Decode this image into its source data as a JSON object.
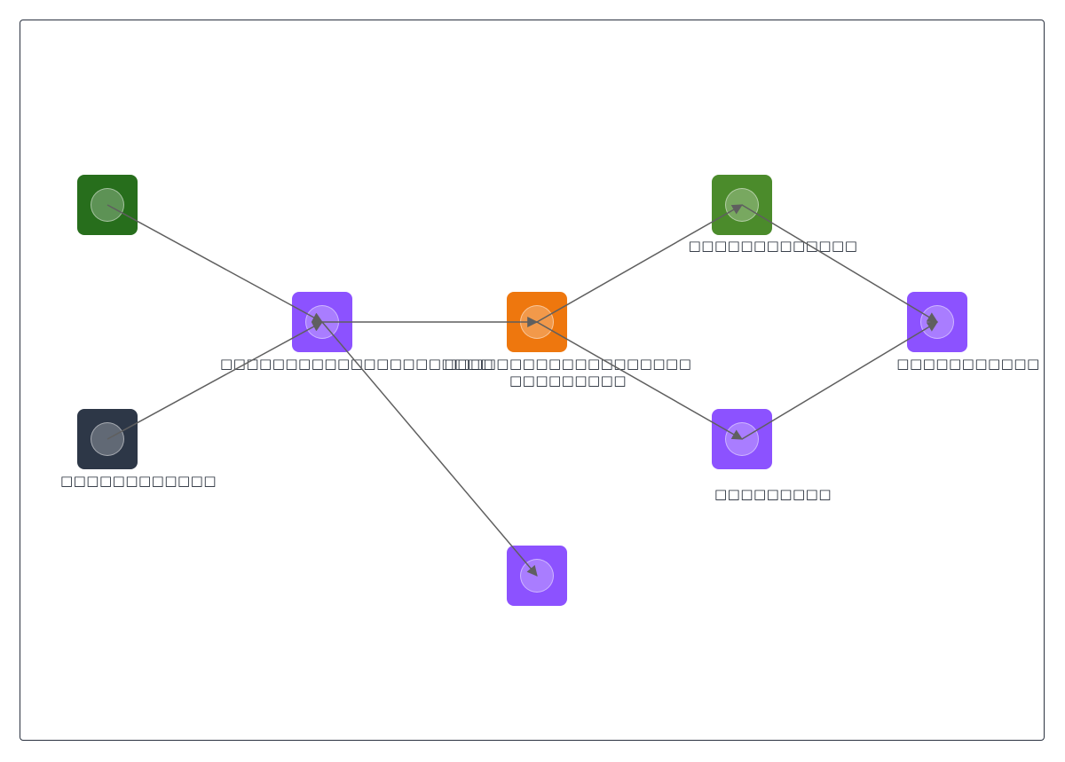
{
  "diagram": {
    "nodes": [
      {
        "id": "n1",
        "color": "#276e1c",
        "label": "",
        "icon": "circle-node-icon",
        "badge": false
      },
      {
        "id": "n2",
        "color": "#2d3747",
        "label": "□□□□□□□□□□□□",
        "icon": "circle-node-icon",
        "badge": true
      },
      {
        "id": "n3",
        "color": "#8c52ff",
        "label": "□□□□□□□□□□□□□□□□□□□□□",
        "icon": "circle-node-icon",
        "badge": true
      },
      {
        "id": "n4",
        "color": "#ee770e",
        "label": "□□□□□□□□□□□□□□□□□□□\n□□□□□□□□□",
        "icon": "circle-node-icon",
        "badge": true
      },
      {
        "id": "n5",
        "color": "#8c52ff",
        "label": "",
        "icon": "circle-node-icon",
        "badge": true
      },
      {
        "id": "n6",
        "color": "#4b8b2b",
        "label": "□□□□□□□□□□□□□",
        "icon": "circle-node-icon",
        "badge": true
      },
      {
        "id": "n7",
        "color": "#8c52ff",
        "label": "□□□□□□□□□",
        "icon": "circle-node-icon",
        "badge": true
      },
      {
        "id": "n8",
        "color": "#8c52ff",
        "label": "□□□□□□□□□□□",
        "icon": "circle-node-icon",
        "badge": true
      }
    ],
    "edges": [
      {
        "from": "n1",
        "to": "n3"
      },
      {
        "from": "n2",
        "to": "n3"
      },
      {
        "from": "n3",
        "to": "n4"
      },
      {
        "from": "n3",
        "to": "n5"
      },
      {
        "from": "n4",
        "to": "n6"
      },
      {
        "from": "n4",
        "to": "n7"
      },
      {
        "from": "n6",
        "to": "n8"
      },
      {
        "from": "n7",
        "to": "n8"
      }
    ],
    "edge_color": "#5f5f5f"
  }
}
